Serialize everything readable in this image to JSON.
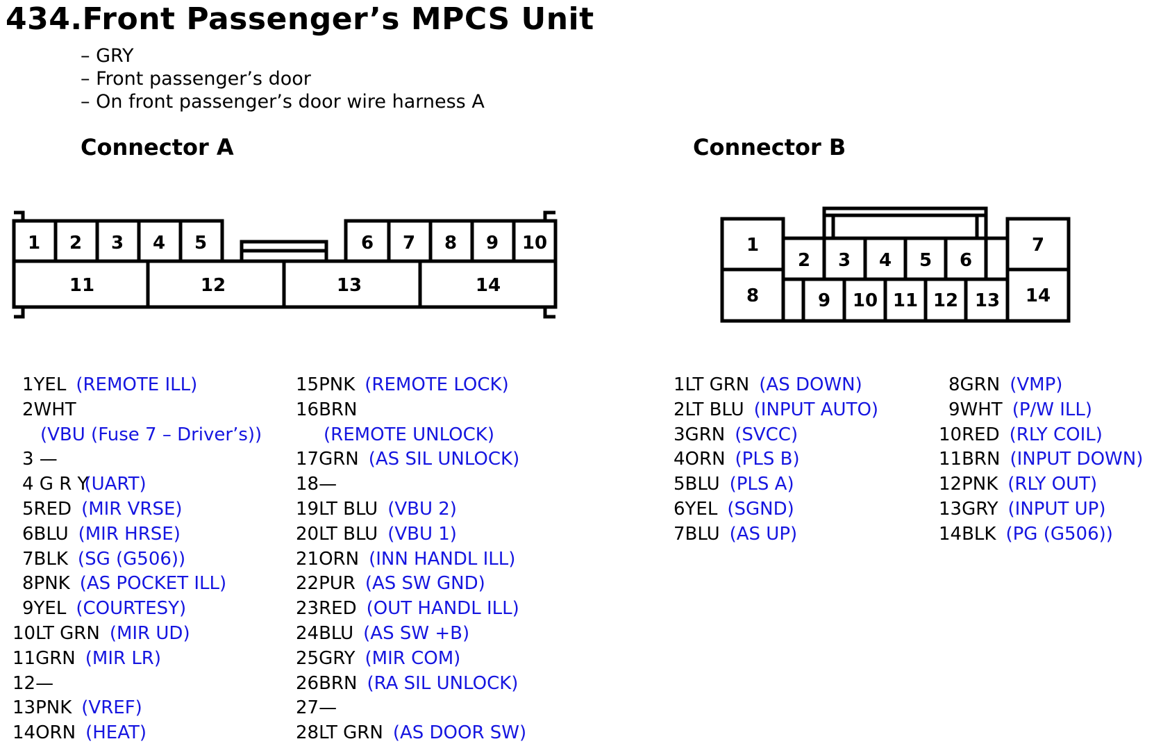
{
  "title": "434.Front Passenger’s MPCS Unit",
  "meta": [
    "– GRY",
    "– Front passenger’s door",
    "– On front passenger’s door wire harness A"
  ],
  "colors": {
    "function_text": "#1515e0",
    "wire_text": "#000000",
    "outline": "#000000"
  },
  "connector_a": {
    "title": "Connector A",
    "top_pins": [
      "1",
      "2",
      "3",
      "4",
      "5",
      "6",
      "7",
      "8",
      "9",
      "10"
    ],
    "bottom_pins": [
      "11",
      "12",
      "13",
      "14"
    ]
  },
  "connector_b": {
    "title": "Connector B",
    "pins": [
      "1",
      "2",
      "3",
      "4",
      "5",
      "6",
      "7",
      "8",
      "9",
      "10",
      "11",
      "12",
      "13",
      "14"
    ]
  },
  "pins_a_col1": [
    {
      "wire": "1YEL",
      "func": "(REMOTE ILL)"
    },
    {
      "wire": "2WHT",
      "func": ""
    },
    {
      "wire": "",
      "func": "(VBU (Fuse 7 – Driver’s))"
    },
    {
      "wire": "3 —",
      "func": ""
    },
    {
      "wire": "4 G R Y",
      "func": "(UART)"
    },
    {
      "wire": "5RED",
      "func": "(MIR VRSE)"
    },
    {
      "wire": "6BLU",
      "func": "(MIR HRSE)"
    },
    {
      "wire": "7BLK",
      "func": "(SG (G506))"
    },
    {
      "wire": "8PNK",
      "func": "(AS POCKET ILL)"
    },
    {
      "wire": "9YEL",
      "func": "(COURTESY)"
    },
    {
      "wire": "10LT GRN",
      "func": "(MIR UD)"
    },
    {
      "wire": "11GRN",
      "func": "(MIR LR)"
    },
    {
      "wire": "12—",
      "func": ""
    },
    {
      "wire": "13PNK",
      "func": "(VREF)"
    },
    {
      "wire": "14ORN",
      "func": "(HEAT)"
    }
  ],
  "pins_a_col2": [
    {
      "wire": "15PNK",
      "func": "(REMOTE LOCK)"
    },
    {
      "wire": "16BRN",
      "func": ""
    },
    {
      "wire": "",
      "func": "(REMOTE UNLOCK)"
    },
    {
      "wire": "17GRN",
      "func": "(AS SIL UNLOCK)"
    },
    {
      "wire": "18—",
      "func": ""
    },
    {
      "wire": "19LT BLU",
      "func": "(VBU 2)"
    },
    {
      "wire": "20LT BLU",
      "func": "(VBU 1)"
    },
    {
      "wire": "21ORN",
      "func": "(INN HANDL ILL)"
    },
    {
      "wire": "22PUR",
      "func": "(AS SW GND)"
    },
    {
      "wire": "23RED",
      "func": "(OUT HANDL ILL)"
    },
    {
      "wire": "24BLU",
      "func": "(AS SW +B)"
    },
    {
      "wire": "25GRY",
      "func": "(MIR COM)"
    },
    {
      "wire": "26BRN",
      "func": "(RA SIL UNLOCK)"
    },
    {
      "wire": "27—",
      "func": ""
    },
    {
      "wire": "28LT GRN",
      "func": "(AS DOOR SW)"
    }
  ],
  "pins_b_col1": [
    {
      "wire": "1LT GRN",
      "func": "(AS DOWN)"
    },
    {
      "wire": "2LT BLU",
      "func": "(INPUT AUTO)"
    },
    {
      "wire": "3GRN",
      "func": "(SVCC)"
    },
    {
      "wire": "4ORN",
      "func": "(PLS B)"
    },
    {
      "wire": "5BLU",
      "func": "(PLS A)"
    },
    {
      "wire": "6YEL",
      "func": "(SGND)"
    },
    {
      "wire": "7BLU",
      "func": "(AS UP)"
    }
  ],
  "pins_b_col2": [
    {
      "wire": "8GRN",
      "func": "(VMP)"
    },
    {
      "wire": "9WHT",
      "func": "(P/W ILL)"
    },
    {
      "wire": "10RED",
      "func": "(RLY COIL)"
    },
    {
      "wire": "11BRN",
      "func": "(INPUT DOWN)"
    },
    {
      "wire": "12PNK",
      "func": "(RLY OUT)"
    },
    {
      "wire": "13GRY",
      "func": "(INPUT UP)"
    },
    {
      "wire": "14BLK",
      "func": "(PG (G506))"
    }
  ]
}
